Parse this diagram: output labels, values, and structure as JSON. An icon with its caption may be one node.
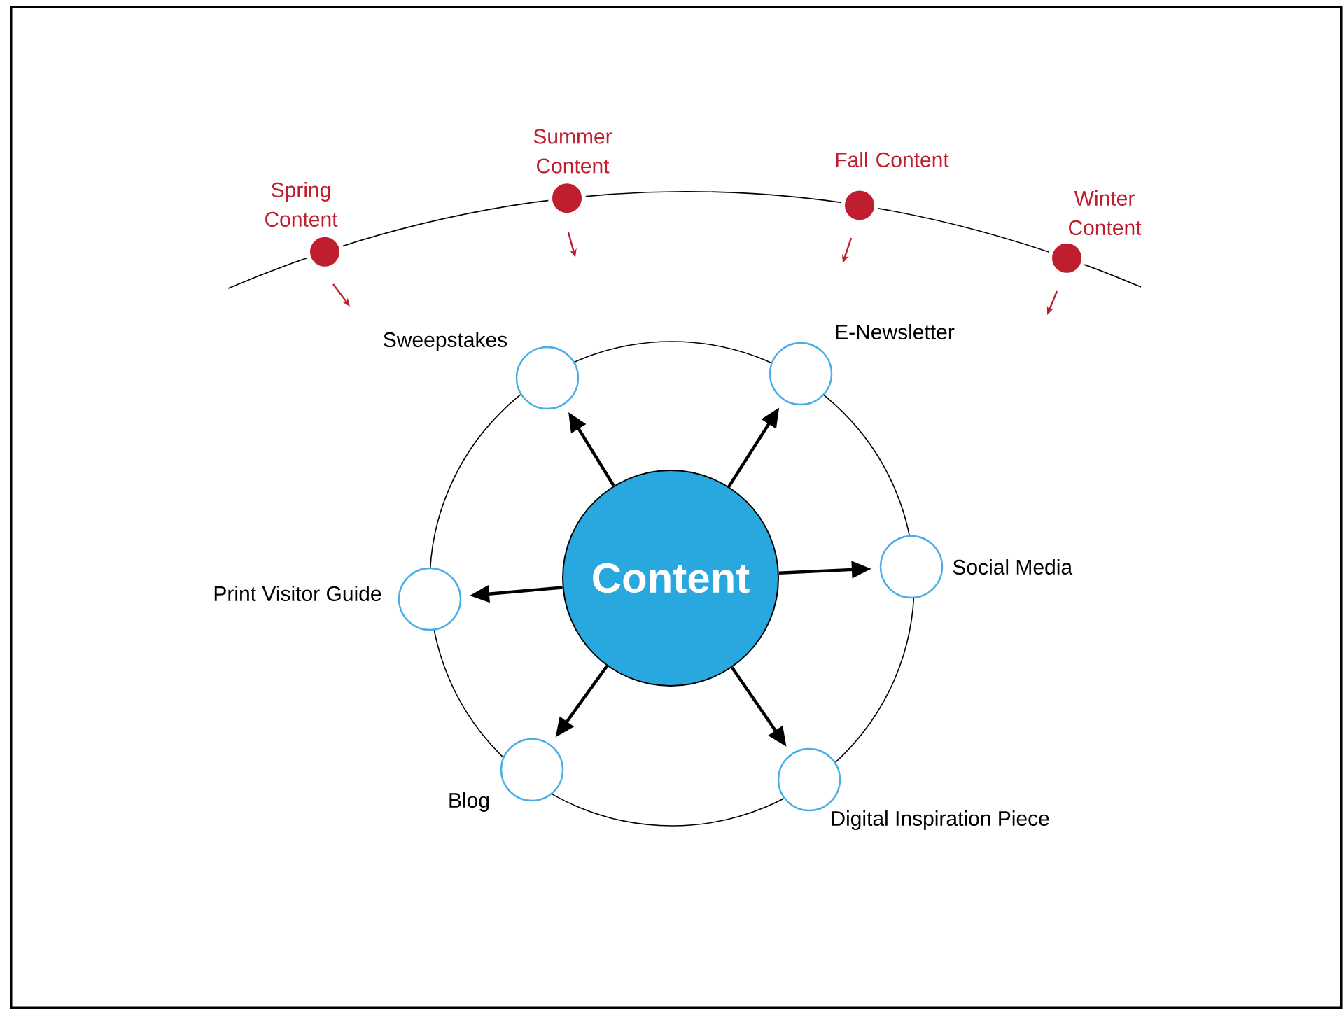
{
  "diagram": {
    "nodes": [
      {
        "text": [],
        "shape": "circle",
        "beside": [
          "Spring Content"
        ]
      },
      {
        "text": [],
        "shape": "circle",
        "beside": [
          "Summer Content"
        ]
      },
      {
        "text": [],
        "shape": "circle",
        "beside": [
          "Fall Content"
        ]
      },
      {
        "text": [],
        "shape": "circle",
        "beside": [
          "Winter Content"
        ]
      },
      {
        "text": [],
        "shape": "circle",
        "beside": [
          "Sweepstakes"
        ]
      },
      {
        "text": [],
        "shape": "circle",
        "beside": [
          "E-Newsletter"
        ]
      },
      {
        "text": [
          "Content"
        ]
      },
      {
        "text": [],
        "shape": "circle",
        "beside": [
          "Social Media"
        ]
      },
      {
        "text": [],
        "shape": "circle",
        "beside": [
          "Print Visitor Guide"
        ]
      },
      {
        "text": [],
        "shape": "circle",
        "beside": [
          "Blog"
        ]
      },
      {
        "text": [],
        "shape": "circle",
        "beside": [
          "Digital Inspiration Piece"
        ]
      }
    ],
    "edges": [
      {
        "from": 6,
        "to": 4,
        "arrow": "to"
      },
      {
        "from": 6,
        "to": 5,
        "arrow": "to"
      },
      {
        "from": 6,
        "to": 7,
        "arrow": "to"
      },
      {
        "from": 6,
        "to": 8,
        "arrow": "to"
      },
      {
        "from": 6,
        "to": 9,
        "arrow": "to"
      },
      {
        "from": 6,
        "to": 10,
        "arrow": "to"
      }
    ]
  }
}
